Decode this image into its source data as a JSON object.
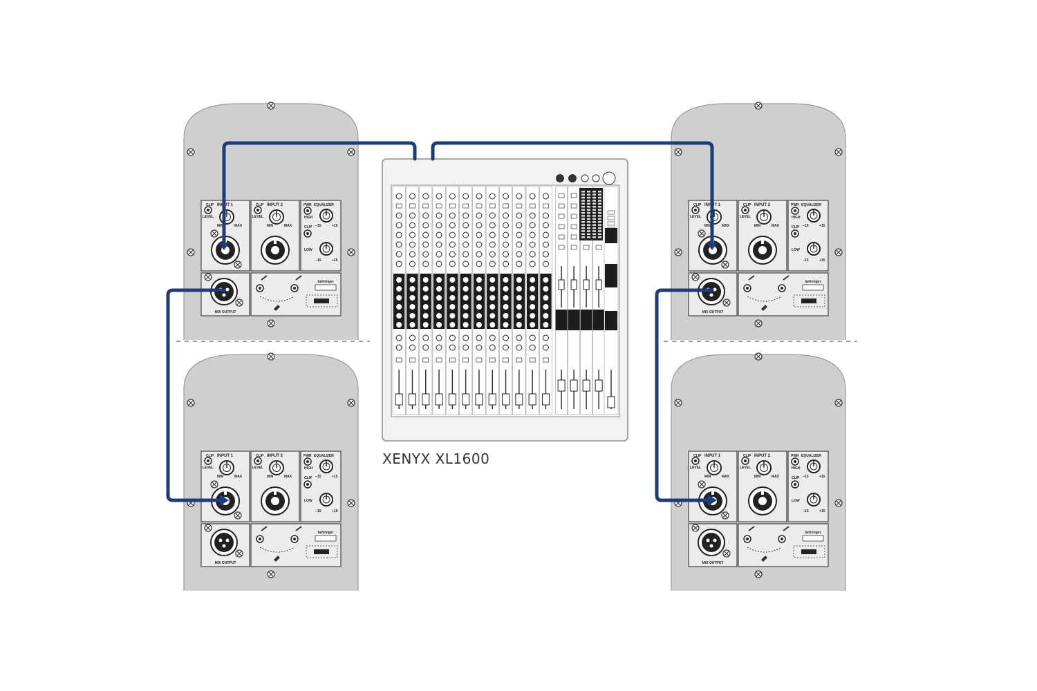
{
  "mixer": {
    "model_label": "XENYX  XL1600",
    "channel_strips": 12,
    "stereo_strips": 4
  },
  "speaker_panel": {
    "input1_label": "INPUT 1",
    "input2_label": "INPUT 2",
    "clip_label": "CLIP",
    "pwr_label": "PWR",
    "level_label": "LEVEL",
    "equalizer_label": "EQUALIZER",
    "high_label": "HIGH",
    "low_label": "LOW",
    "min_label": "MIN",
    "max_label": "MAX",
    "minus15_label": "−15",
    "plus15_label": "+15",
    "mix_output_label": "MIX OUTPUT",
    "brand_label": "behringer"
  },
  "colors": {
    "cable": "#1f3b78",
    "cabinet": "#cfcfcf",
    "panel": "#ececec",
    "mixer_body": "#f2f2f2",
    "outline": "#555555"
  }
}
